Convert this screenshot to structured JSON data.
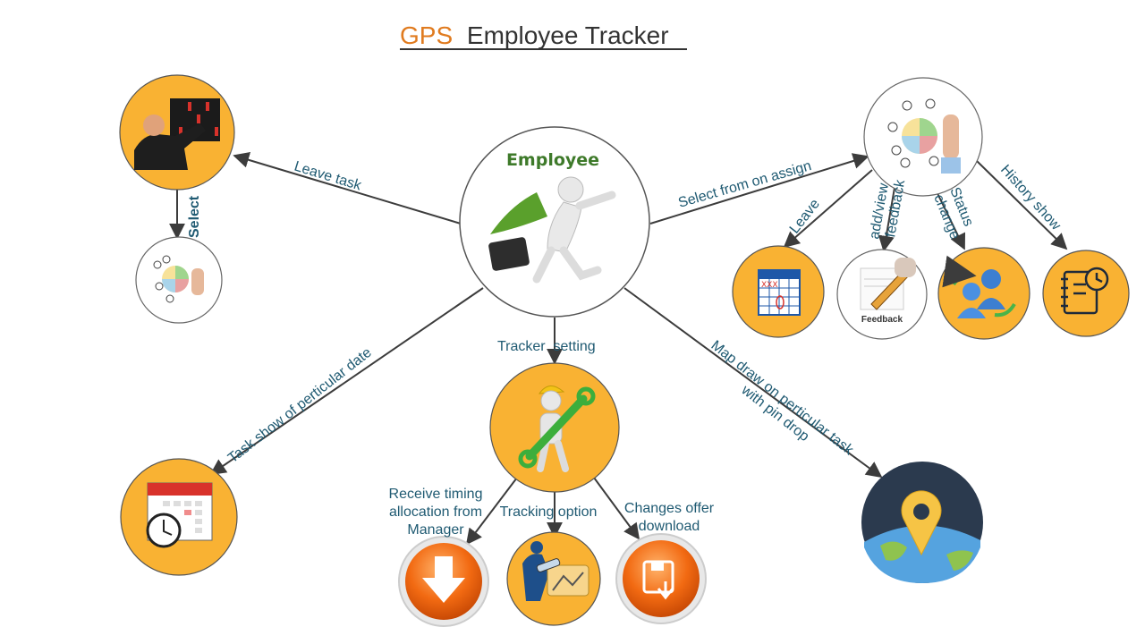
{
  "title": {
    "part1": "GPS",
    "part2": "Employee Tracker"
  },
  "center": {
    "label": "Employee"
  },
  "edges": {
    "leave_task": "Leave task",
    "select": "Select",
    "select_from_on_assign": "Select from on assign",
    "leave": "Leave",
    "add_view_feedback_1": "add/view",
    "add_view_feedback_2": "feedback",
    "status_change_1": "Status",
    "status_change_2": "change",
    "history_show": "History show",
    "tracker_setting": "Tracker  setting",
    "task_show": "Task show of perticular date",
    "map_draw_1": "Map draw on perticular task",
    "map_draw_2": "with pin drop",
    "receive_1": "Receive timing",
    "receive_2": "allocation from",
    "receive_3": "Manager",
    "tracking_option": "Tracking option",
    "changes_1": "Changes offer",
    "changes_2": "download"
  },
  "icons": {
    "feedback": "Feedback",
    "calendar_marks": "XXX"
  },
  "colors": {
    "orange": "#f9b233",
    "teal_text": "#1f5a72",
    "arrow": "#3c3c3c",
    "title_accent": "#e07b1f",
    "green": "#3e7a2a"
  }
}
